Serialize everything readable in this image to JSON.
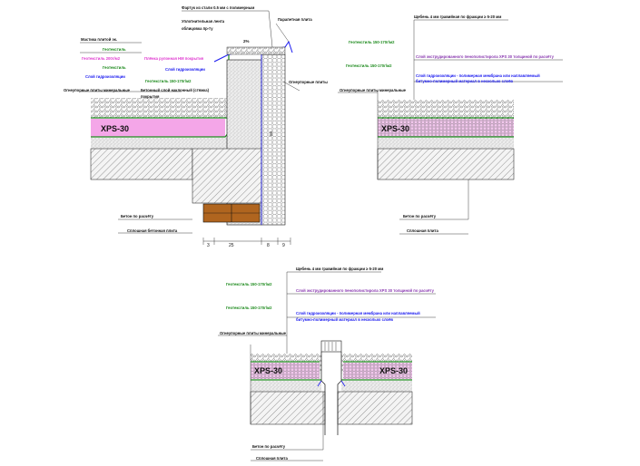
{
  "detail1": {
    "labels": [
      {
        "text": "Фартук из стали 0.5 мм с полимерным",
        "color": "#111111"
      },
      {
        "text": "Уплотнительная лента",
        "color": "#111111"
      },
      {
        "text": "облицовка пр-ту",
        "color": "#111111"
      },
      {
        "text": "Парапетная плита",
        "color": "#111111"
      },
      {
        "text": "Мастика плитой эк.",
        "color": "#111111"
      },
      {
        "text": "Геотекстиль",
        "color": "#1c8a1c"
      },
      {
        "text": "Геотекстиль 200г/м2",
        "color": "#e03ad0"
      },
      {
        "text": "Геотекстиль",
        "color": "#1c8a1c"
      },
      {
        "text": "Плёнка рулонная НМ покрытия",
        "color": "#e03ad0"
      },
      {
        "text": "Слой гидроизоляции",
        "color": "#1a1af0"
      },
      {
        "text": "Слой гидроизоляции",
        "color": "#1a1af0"
      },
      {
        "text": "Геотекстиль 150-170г/м2",
        "color": "#1c8a1c"
      },
      {
        "text": "Бетонный слой наклонный (стяжка)",
        "color": "#111111"
      },
      {
        "text": "покрытия",
        "color": "#111111"
      },
      {
        "text": "Огнеупорные плиты минеральные",
        "color": "#111111"
      },
      {
        "text": "Огнеупорные плиты",
        "color": "#111111"
      },
      {
        "text": "XPS-30",
        "color": "#111111"
      },
      {
        "text": "Бетон по расчёту",
        "color": "#111111"
      },
      {
        "text": "Сплошная бетонная плита",
        "color": "#111111"
      }
    ],
    "slope": "2%",
    "dims": [
      "3",
      "25",
      "8",
      "9"
    ],
    "vertical_label": "50"
  },
  "detail2": {
    "labels": [
      {
        "text": "Щебень 4 мм  гравийная по фракции ≥ 5-20 мм",
        "color": "#111111"
      },
      {
        "text": "Геотекстиль 150-170г/м2",
        "color": "#1c8a1c"
      },
      {
        "text": "Слой экструдированного пенополистирола XPS 30 толщиной по расчёту",
        "color": "#8a3ab0"
      },
      {
        "text": "Геотекстиль 150-170г/м2",
        "color": "#1c8a1c"
      },
      {
        "text": "Слой гидроизоляции - полимерная мембрана или наплавляемый",
        "color": "#1a1af0"
      },
      {
        "text": "битумно-полимерный материал в несколько слоёв",
        "color": "#1a1af0"
      },
      {
        "text": "Огнеупорные плиты минеральные",
        "color": "#111111"
      },
      {
        "text": "XPS-30",
        "color": "#111111"
      },
      {
        "text": "Бетон по расчёту",
        "color": "#111111"
      },
      {
        "text": "Сплошная плита",
        "color": "#111111"
      }
    ]
  },
  "detail3": {
    "labels": [
      {
        "text": "Щебень 4 мм  гравийная по фракции ≥ 5-20 мм",
        "color": "#111111"
      },
      {
        "text": "Геотекстиль 150-170г/м2",
        "color": "#1c8a1c"
      },
      {
        "text": "Слой экструдированного пенополистирола XPS 30 толщиной по расчёту",
        "color": "#8a3ab0"
      },
      {
        "text": "Геотекстиль 150-170г/м2",
        "color": "#1c8a1c"
      },
      {
        "text": "Слой гидроизоляции - полимерная мембрана или наплавляемый",
        "color": "#1a1af0"
      },
      {
        "text": "битумно-полимерный материал в несколько слоёв",
        "color": "#1a1af0"
      },
      {
        "text": "Огнеупорные плиты минеральные",
        "color": "#111111"
      },
      {
        "text": "XPS-30",
        "color": "#111111"
      },
      {
        "text": "XPS-30",
        "color": "#111111"
      },
      {
        "text": "Бетон по расчёту",
        "color": "#111111"
      },
      {
        "text": "Сплошная плита",
        "color": "#111111"
      }
    ]
  }
}
